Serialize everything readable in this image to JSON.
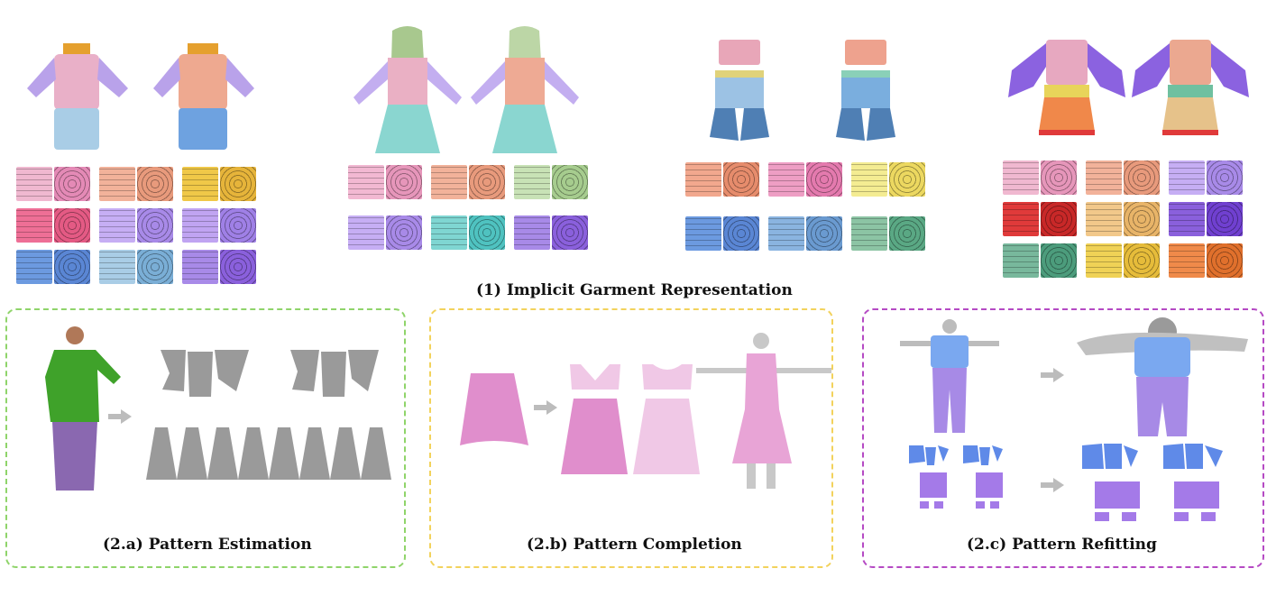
{
  "figure": {
    "section1": {
      "caption": "(1) Implicit Garment Representation"
    },
    "panels": [
      {
        "id": "estimation",
        "caption": "(2.a) Pattern Estimation",
        "border": "#8fd46a"
      },
      {
        "id": "completion",
        "caption": "(2.b) Pattern Completion",
        "border": "#f2d25c"
      },
      {
        "id": "refitting",
        "caption": "(2.c) Pattern Refitting",
        "border": "#b54ac4"
      }
    ],
    "colors": {
      "pink": "#e9a6c8",
      "salmon": "#e9a88c",
      "lavender": "#b9a2ea",
      "lightblue": "#9cc6e2",
      "blue": "#5f8fd6",
      "teal": "#7fd3d0",
      "green": "#b9d5a6",
      "yellow": "#f0d25a",
      "orange": "#f08a4a",
      "red": "#e03a3a",
      "gray": "#9a9a9a",
      "refit_blue": "#5f8ae8",
      "refit_purple": "#a47ae8"
    }
  }
}
